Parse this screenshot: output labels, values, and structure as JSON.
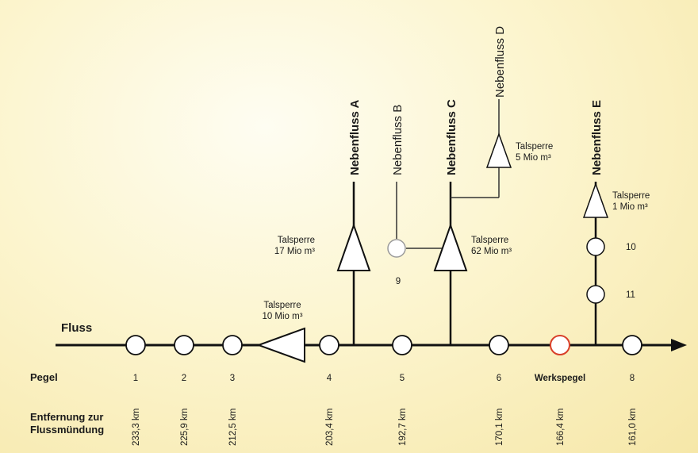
{
  "river_label": "Fluss",
  "row_labels": {
    "gauge": "Pegel",
    "distance_line1": "Entfernung zur",
    "distance_line2": "Flussmündung"
  },
  "gauges": [
    {
      "label": "1",
      "distance": "233,3 km"
    },
    {
      "label": "2",
      "distance": "225,9 km"
    },
    {
      "label": "3",
      "distance": "212,5 km"
    },
    {
      "label": "4",
      "distance": "203,4 km"
    },
    {
      "label": "5",
      "distance": "192,7 km"
    },
    {
      "label": "6",
      "distance": "170,1 km"
    },
    {
      "label": "Werkspegel",
      "distance": "166,4 km"
    },
    {
      "label": "8",
      "distance": "161,0 km"
    }
  ],
  "tributaries": {
    "a": "Nebenfluss A",
    "b": "Nebenfluss B",
    "c": "Nebenfluss C",
    "d": "Nebenfluss D",
    "e": "Nebenfluss E"
  },
  "dams": {
    "main": {
      "line1": "Talsperre",
      "line2": "10 Mio m³"
    },
    "a": {
      "line1": "Talsperre",
      "line2": "17 Mio m³"
    },
    "c": {
      "line1": "Talsperre",
      "line2": "62 Mio m³"
    },
    "d": {
      "line1": "Talsperre",
      "line2": "5 Mio m³"
    },
    "e": {
      "line1": "Talsperre",
      "line2": "1 Mio m³"
    }
  },
  "side_gauges": {
    "b": "9",
    "e_upper": "10",
    "e_lower": "11"
  },
  "colors": {
    "highlight_gauge": "#d8402a",
    "inactive_gauge": "#9a9a9a",
    "line": "#111111"
  }
}
